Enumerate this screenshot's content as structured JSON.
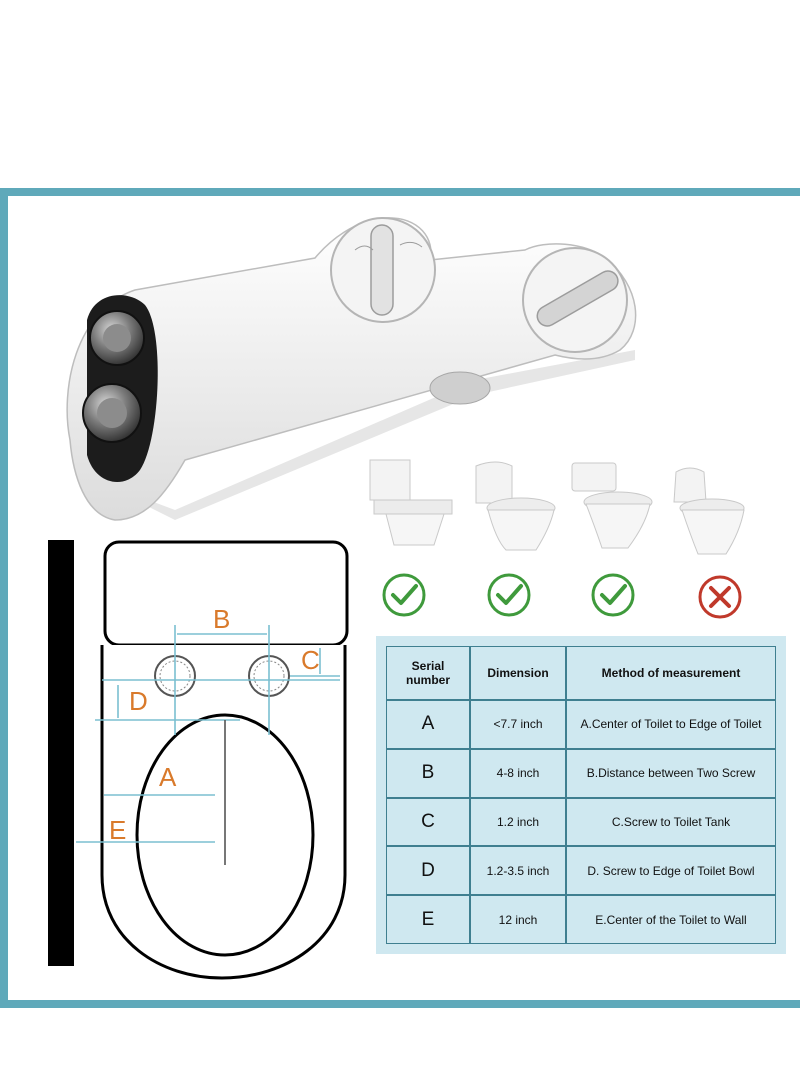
{
  "colors": {
    "frame": "#5fa9ba",
    "table_bg": "#cfe8f0",
    "label": "#d97a2b",
    "dimension_line": "#7bbfd0",
    "check": "#3f9a3c",
    "cross": "#c0392b"
  },
  "diagram": {
    "labels": {
      "a": "A",
      "b": "B",
      "c": "C",
      "d": "D",
      "e": "E"
    }
  },
  "compatibility": [
    {
      "icon": "toilet-square-icon",
      "status": "check-icon"
    },
    {
      "icon": "toilet-onepiece-icon",
      "status": "check-icon"
    },
    {
      "icon": "toilet-twopiece-icon",
      "status": "check-icon"
    },
    {
      "icon": "toilet-wallback-icon",
      "status": "cross-icon"
    }
  ],
  "table": {
    "headers": {
      "serial": "Serial number",
      "dimension": "Dimension",
      "method": "Method of measurement"
    },
    "rows": [
      {
        "serial": "A",
        "dimension": "<7.7 inch",
        "method": "A.Center of Toilet to Edge of Toilet"
      },
      {
        "serial": "B",
        "dimension": "4-8 inch",
        "method": "B.Distance between Two Screw"
      },
      {
        "serial": "C",
        "dimension": "1.2 inch",
        "method": "C.Screw to Toilet Tank"
      },
      {
        "serial": "D",
        "dimension": "1.2-3.5 inch",
        "method": "D. Screw to Edge of Toilet Bowl"
      },
      {
        "serial": "E",
        "dimension": "12 inch",
        "method": "E.Center of the Toilet to Wall"
      }
    ]
  }
}
